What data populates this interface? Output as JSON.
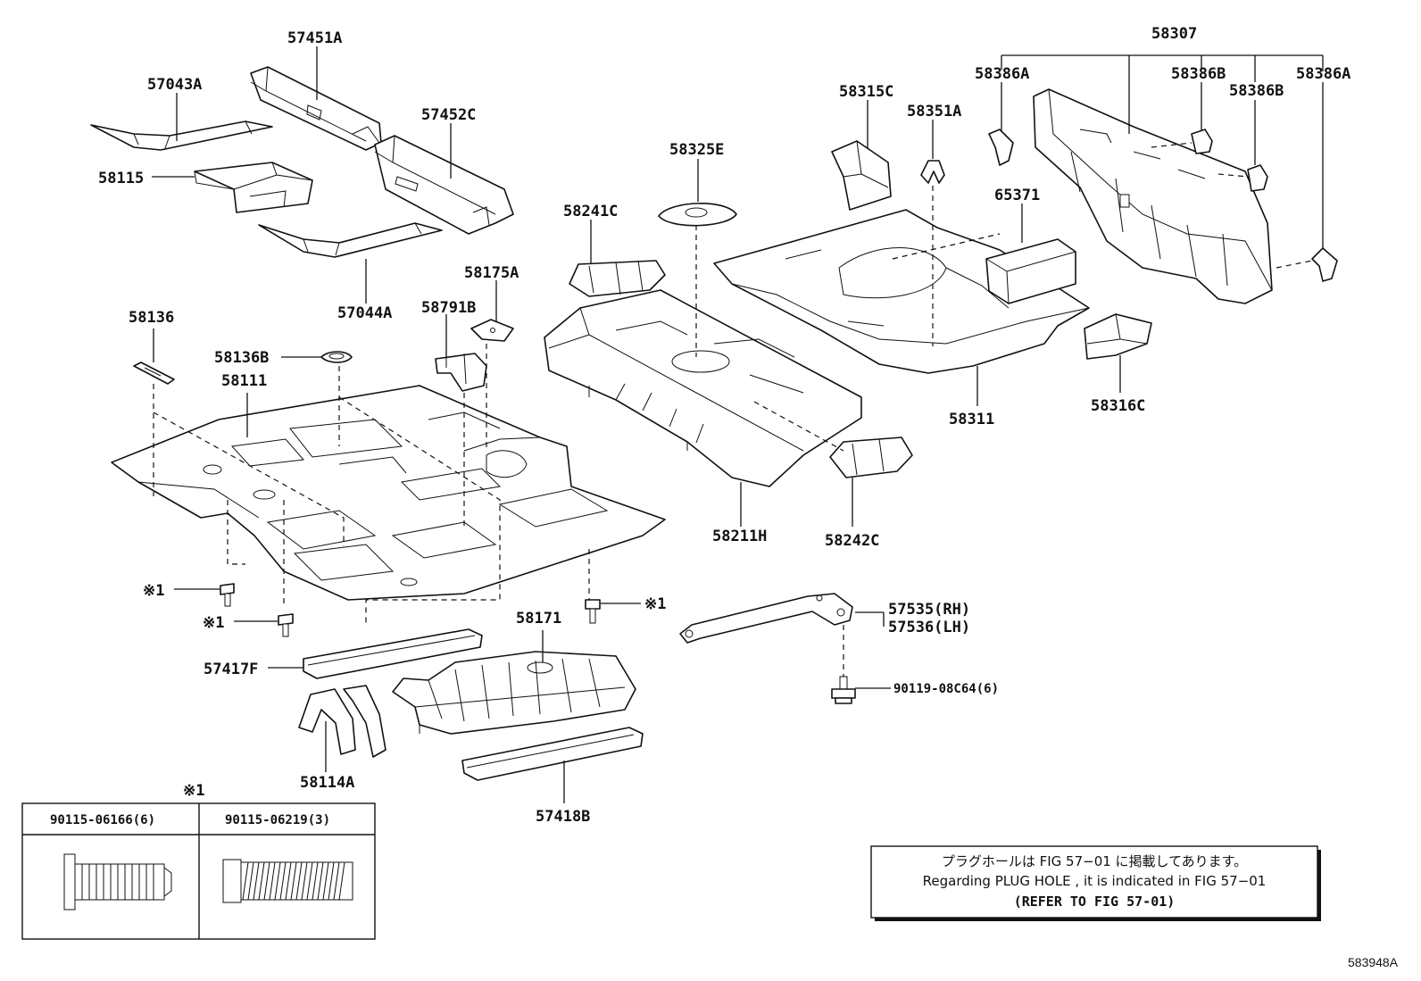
{
  "labels": {
    "p57451A": "57451A",
    "p57043A": "57043A",
    "p57452C": "57452C",
    "p58115": "58115",
    "p57044A": "57044A",
    "p58136": "58136",
    "p58175A": "58175A",
    "p58791B": "58791B",
    "p58136B": "58136B",
    "p58111": "58111",
    "p58241C": "58241C",
    "p58325E": "58325E",
    "p58315C": "58315C",
    "p58351A": "58351A",
    "p58307": "58307",
    "p58386A_left": "58386A",
    "p58386B_top": "58386B",
    "p58386B_right": "58386B",
    "p58386A_right": "58386A",
    "p65371": "65371",
    "p58311": "58311",
    "p58316C": "58316C",
    "p58211H": "58211H",
    "p58242C": "58242C",
    "p57535": "57535(RH)",
    "p57536": "57536(LH)",
    "p90119": "90119-08C64(6)",
    "p58171": "58171",
    "p57417F": "57417F",
    "p58114A": "58114A",
    "p57418B": "57418B",
    "ref1_a": "※1",
    "ref1_b": "※1",
    "ref1_c": "※1"
  },
  "fastener_table": {
    "ref": "※1",
    "columns": [
      {
        "part_no": "90115-06166(6)"
      },
      {
        "part_no": "90115-06219(3)"
      }
    ]
  },
  "note_box": {
    "line_jp": "プラグホールは FIG 57−01 に掲載してあります。",
    "line_en": "Regarding  PLUG  HOLE , it is indicated in FIG  57−01",
    "line_ref": "(REFER TO FIG 57-01)"
  },
  "doc_id": "583948A"
}
